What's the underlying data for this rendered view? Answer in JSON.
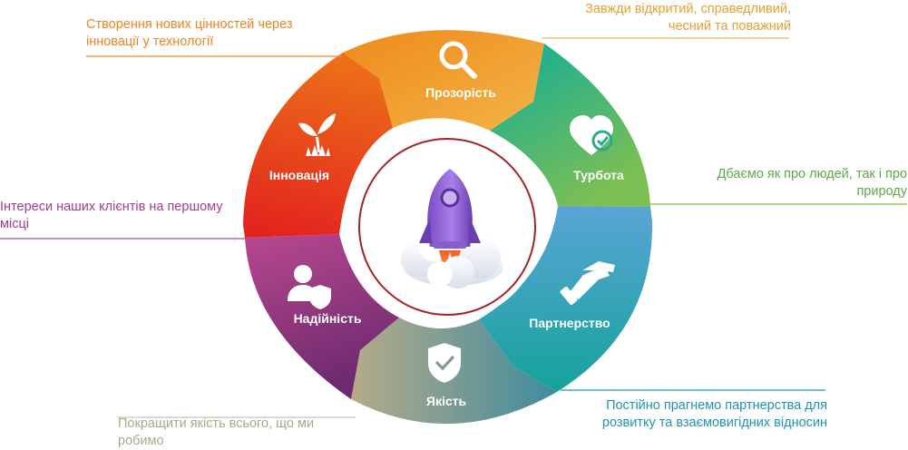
{
  "segments": [
    {
      "id": "transparency",
      "label": "Прозорість",
      "icon": "magnifier-icon",
      "description": "Завжди відкритий, справедливий, чесний та поважний",
      "color": "#EF9A24"
    },
    {
      "id": "care",
      "label": "Турбота",
      "icon": "heart-icon",
      "description": "Дбаємо як про людей, так і про природу",
      "color": "#3DAF8E"
    },
    {
      "id": "partnership",
      "label": "Партнерство",
      "icon": "handshake-icon",
      "description": "Постійно прагнемо партнерства для розвитку та взаємовигідних відносин",
      "color": "#1A9AB8"
    },
    {
      "id": "quality",
      "label": "Якість",
      "icon": "shield-check-icon",
      "description": "Покращити якість всього, що ми робимо",
      "color": "#8C9D8E"
    },
    {
      "id": "reliability",
      "label": "Надійність",
      "icon": "users-shield-icon",
      "description": "Інтереси наших клієнтів на першому місці",
      "color": "#A63A8C"
    },
    {
      "id": "innovation",
      "label": "Інновація",
      "icon": "sprout-icon",
      "description": "Створення нових цінностей через інновації у технології",
      "color": "#E7501E"
    }
  ],
  "center": {
    "icon": "rocket-icon",
    "ring_color": "#A5222B"
  }
}
